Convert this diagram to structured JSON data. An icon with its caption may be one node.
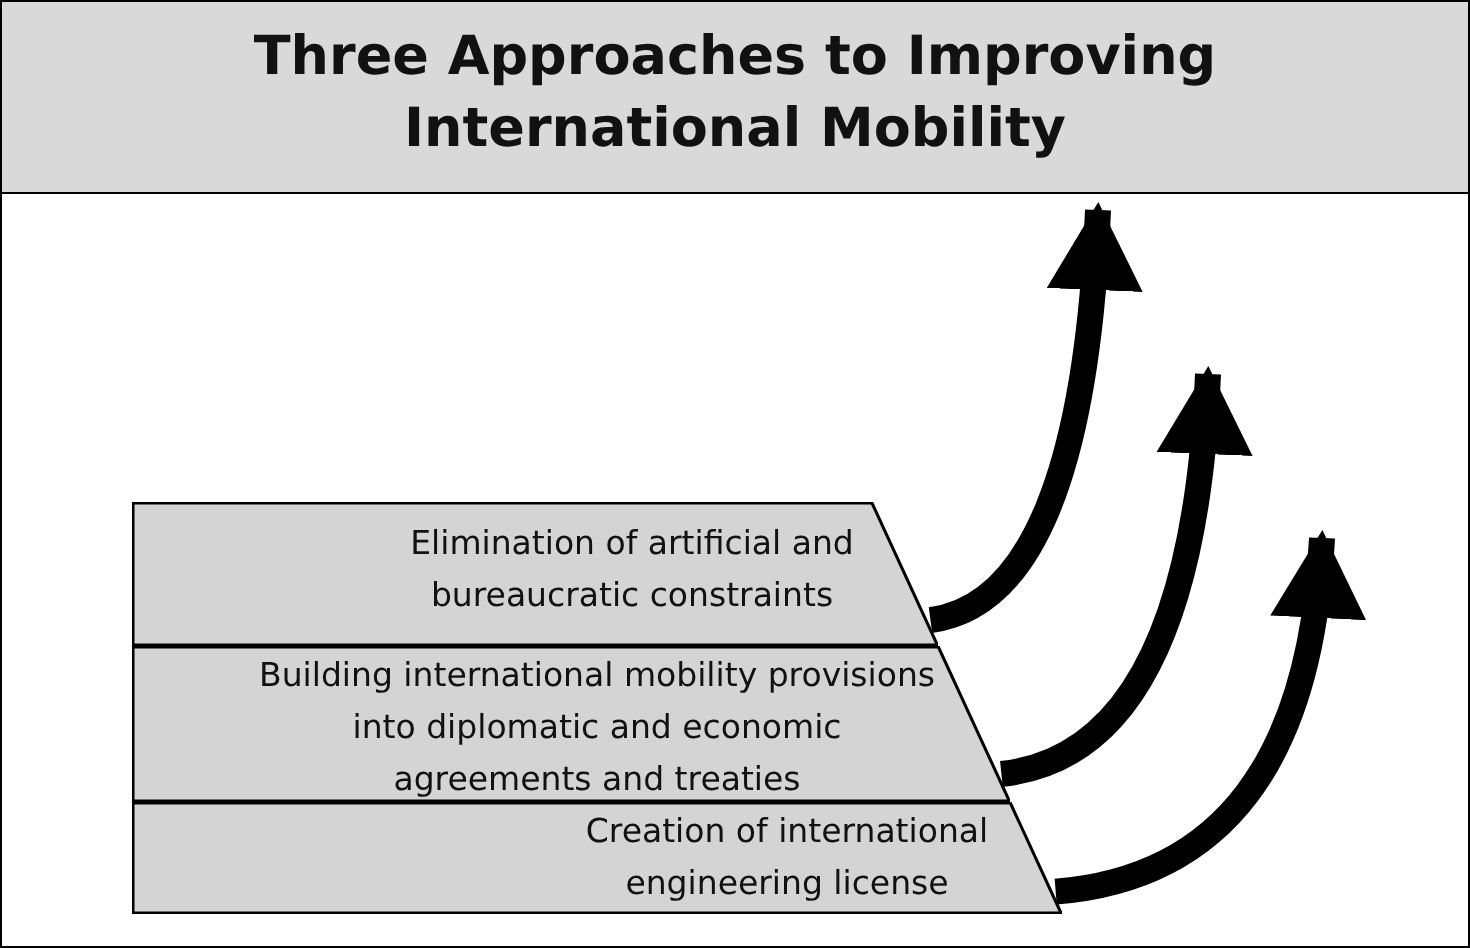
{
  "diagram": {
    "title": "Three Approaches to Improving International Mobility",
    "nodes": [
      {
        "text": [
          "Elimination of artificial and bureaucratic constraints"
        ]
      },
      {
        "text": [
          "Building international mobility provisions into diplomatic and economic agreements and treaties"
        ]
      },
      {
        "text": [
          "Creation of international engineering license"
        ]
      }
    ],
    "edges": [
      {
        "from": 0,
        "to": null,
        "arrow": "to"
      },
      {
        "from": 1,
        "to": null,
        "arrow": "to"
      },
      {
        "from": 2,
        "to": null,
        "arrow": "to"
      }
    ]
  }
}
